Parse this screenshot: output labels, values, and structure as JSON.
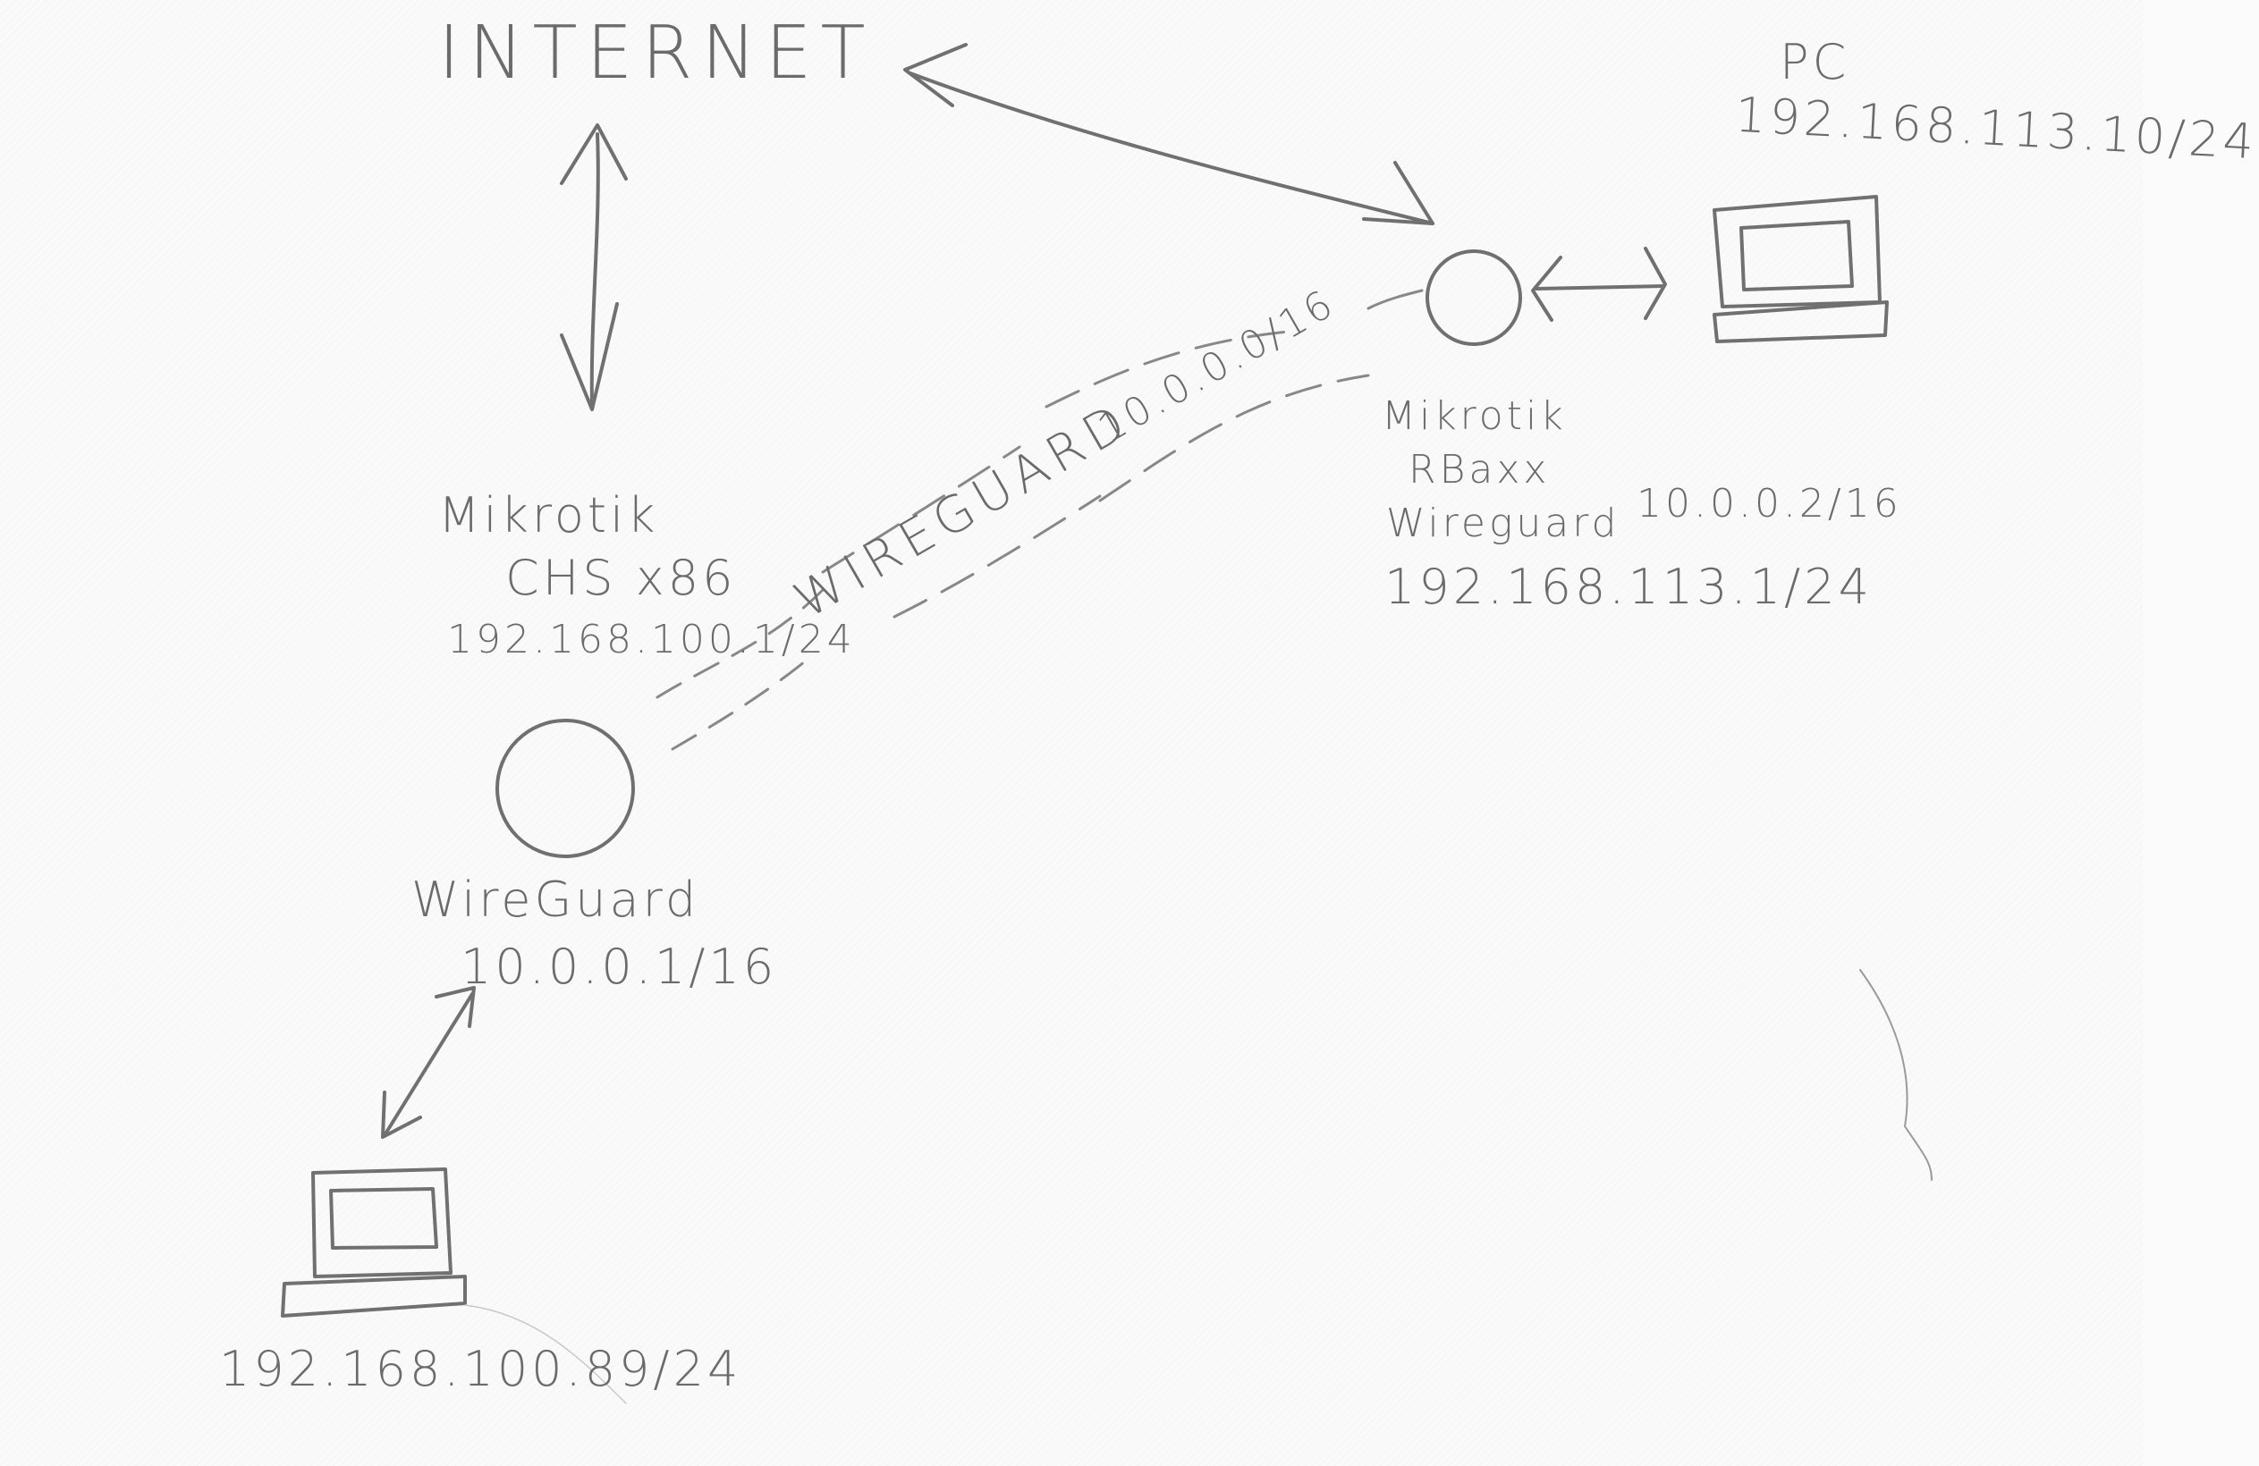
{
  "diagram": {
    "type": "hand-drawn network diagram",
    "internet": {
      "label": "INTERNET"
    },
    "left_router": {
      "name": "Mikrotik",
      "model": "CHS x86",
      "lan_ip": "192.168.100.1/24",
      "wg_label": "WireGuard",
      "wg_ip": "10.0.0.1/16"
    },
    "right_router": {
      "name": "Mikrotik",
      "model": "RBaxx",
      "wg_label": "Wireguard",
      "wg_ip": "10.0.0.2/16",
      "lan_ip": "192.168.113.1/24"
    },
    "tunnel": {
      "label": "WIREGUARD",
      "subnet": "10.0.0.0/16"
    },
    "right_pc": {
      "label": "PC",
      "ip": "192.168.113.10/24"
    },
    "left_pc": {
      "ip": "192.168.100.89/24"
    },
    "colors": {
      "pencil": "#6b6b6b",
      "paper": "#fafafa"
    }
  }
}
